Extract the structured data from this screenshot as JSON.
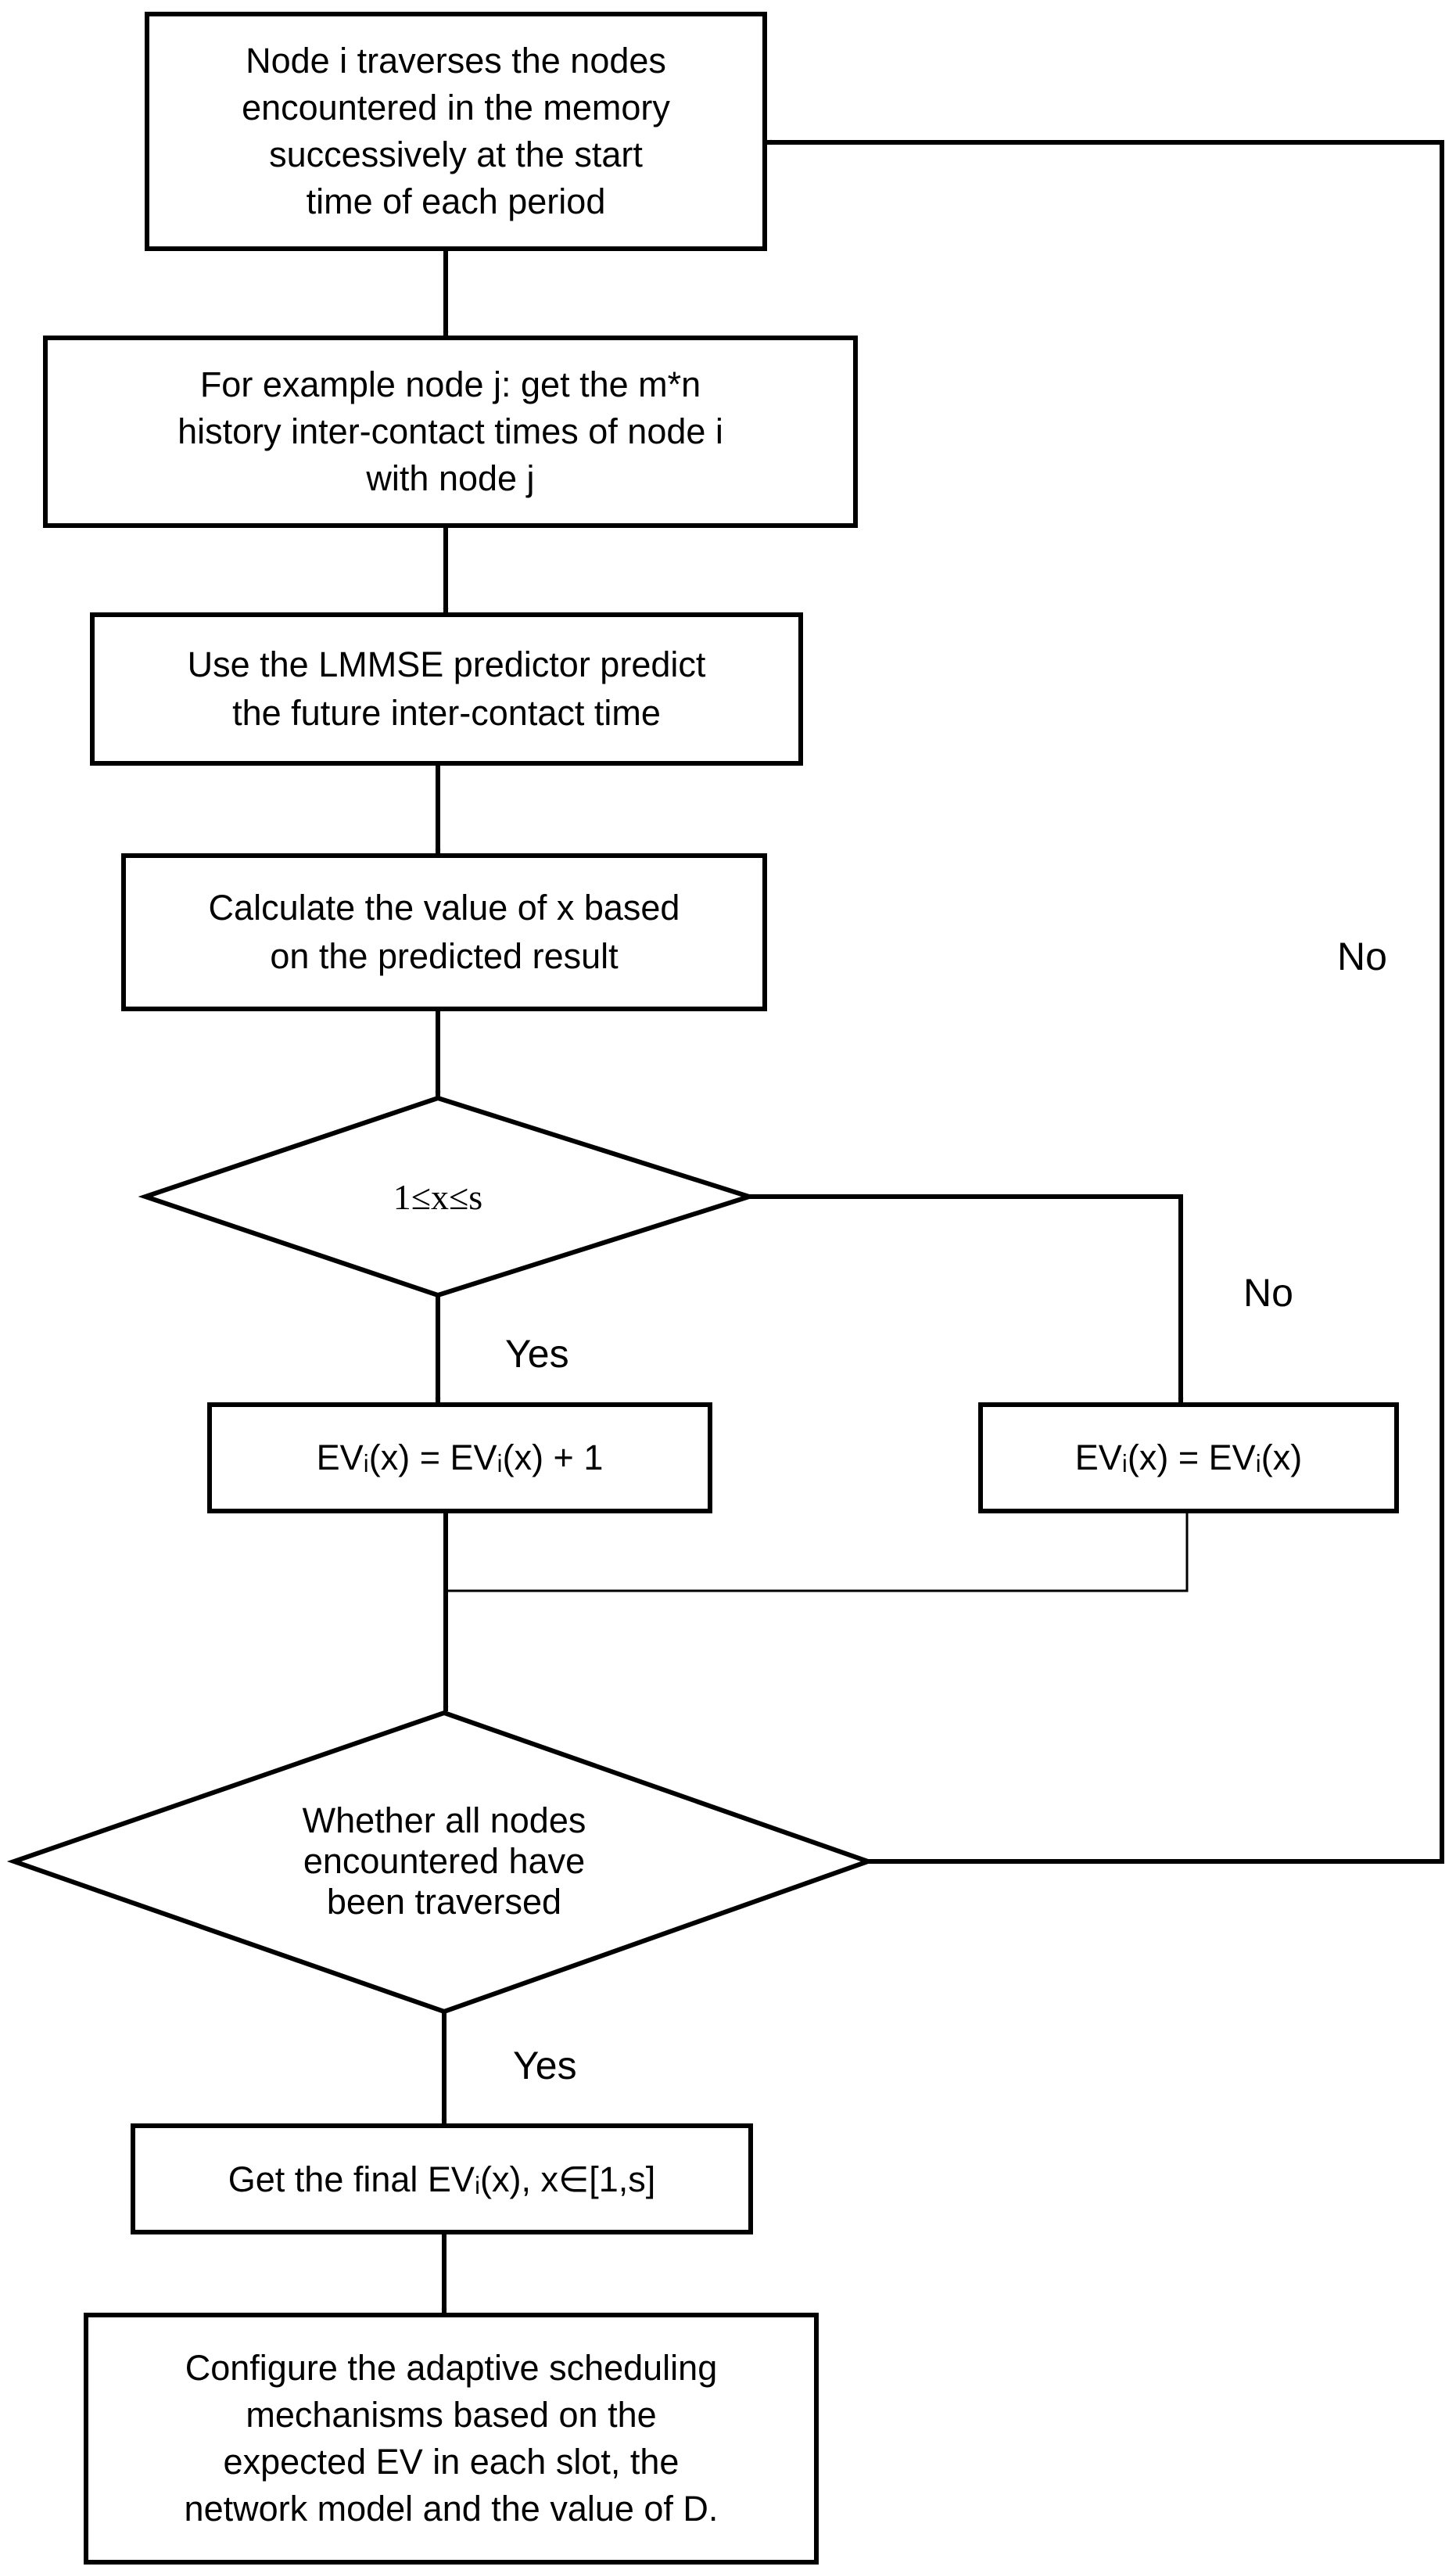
{
  "nodes": {
    "traverse": "Node i traverses the nodes\nencountered in the memory\nsuccessively at the start\ntime of each period",
    "history": "For example node j: get the m*n\nhistory inter-contact times of node i\nwith node j",
    "predict": "Use the LMMSE predictor predict\nthe future inter-contact time",
    "calculate": "Calculate the value of x based\non the predicted result",
    "condition": "1≤x≤s",
    "increment": "EVᵢ(x) = EVᵢ(x) + 1",
    "keep": "EVᵢ(x) = EVᵢ(x)",
    "all_traversed": "Whether all nodes\nencountered have\nbeen traversed",
    "final": "Get the final EVᵢ(x), x∈[1,s]",
    "configure": "Configure the adaptive scheduling\nmechanisms based on the\nexpected EV in each slot, the\nnetwork model and the value of D."
  },
  "labels": {
    "yes_condition": "Yes",
    "no_condition": "No",
    "yes_traversed": "Yes",
    "no_traversed": "No"
  }
}
